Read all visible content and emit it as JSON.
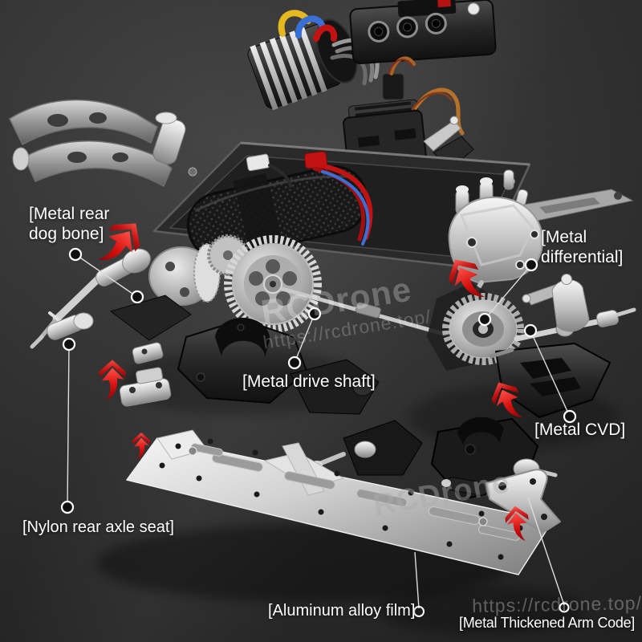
{
  "labels": [
    {
      "id": "metal-rear-dog-bone",
      "text": "[Metal rear\ndog bone]"
    },
    {
      "id": "metal-differential",
      "text": "[Metal\ndifferential]"
    },
    {
      "id": "metal-drive-shaft",
      "text": "[Metal drive shaft]"
    },
    {
      "id": "metal-cvd",
      "text": "[Metal CVD]"
    },
    {
      "id": "nylon-rear-axle-seat",
      "text": "[Nylon rear axle seat]"
    },
    {
      "id": "aluminum-alloy-film",
      "text": "[Aluminum alloy film]"
    },
    {
      "id": "metal-thickened-arm-code",
      "text": "[Metal Thickened Arm Code]"
    }
  ],
  "watermarks": {
    "brand": "RCDrone",
    "url": "https://rcdrone.top/"
  },
  "colors": {
    "background_dark": "#1a1a1a",
    "background_light": "#424242",
    "label_text": "#ffffff",
    "leader_line": "#dddddd",
    "arrow_red": "#d90f0f",
    "metal_silver": "#c9c9c9",
    "carbon_black": "#1b1b1b",
    "wire_yellow": "#e6b81f",
    "wire_blue": "#3a6fd8",
    "wire_red": "#c21212",
    "wire_orange": "#b5712a"
  },
  "parts": [
    "brushless-motor",
    "esc-unit",
    "receiver-servo-box",
    "steering-servo",
    "chassis-tray",
    "carbon-battery",
    "front-upper-suspension-arms",
    "rear-dog-bone-shaft",
    "spur-gear",
    "front-differential",
    "metal-drive-shaft",
    "rear-differential-case",
    "crown-gear",
    "metal-cvd-axle",
    "steering-knuckle",
    "lower-suspension-arm",
    "gearbox-housings",
    "nylon-rear-axle-seat",
    "aluminum-alloy-plate",
    "arm-code-bracket"
  ]
}
